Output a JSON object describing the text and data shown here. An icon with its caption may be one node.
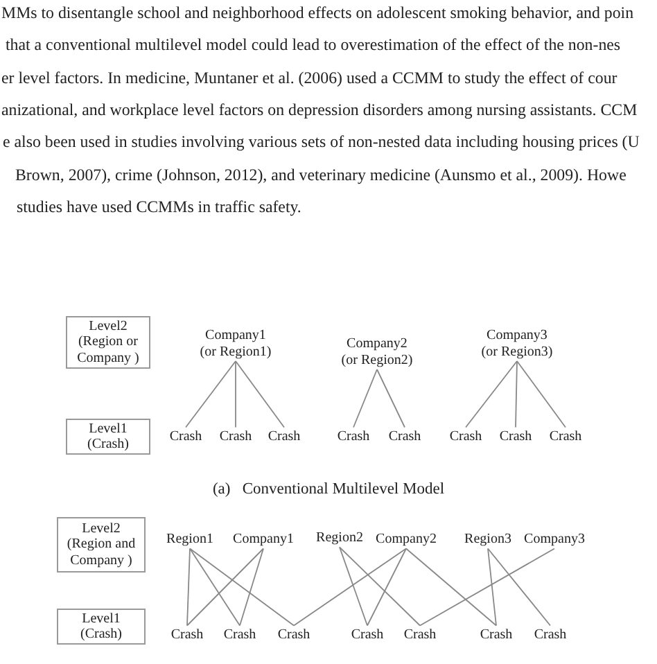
{
  "diagram": {
    "nodes": [
      {
        "text": [
          "Level2 (Region or Company )"
        ]
      },
      {
        "text": [
          "Level1 (Crash)"
        ]
      },
      {
        "text": [
          "Company1 (or Region1)"
        ]
      },
      {
        "text": [
          "Company2 (or Region2)"
        ]
      },
      {
        "text": [
          "Company3 (or Region3)"
        ]
      },
      {
        "text": [
          "Crash"
        ]
      },
      {
        "text": [
          "Crash"
        ]
      },
      {
        "text": [
          "Crash"
        ]
      },
      {
        "text": [
          "Crash"
        ]
      },
      {
        "text": [
          "Crash"
        ]
      },
      {
        "text": [
          "Crash"
        ]
      },
      {
        "text": [
          "Crash"
        ]
      },
      {
        "text": [
          "Crash"
        ]
      },
      {
        "text": [
          "Level2 (Region and Company )"
        ]
      },
      {
        "text": [
          "Level1 (Crash)"
        ]
      },
      {
        "text": [
          "Region1"
        ]
      },
      {
        "text": [
          "Company1"
        ]
      },
      {
        "text": [
          "Region2"
        ]
      },
      {
        "text": [
          "Company2"
        ]
      },
      {
        "text": [
          "Region3"
        ]
      },
      {
        "text": [
          "Company3"
        ]
      },
      {
        "text": [
          "Crash"
        ]
      },
      {
        "text": [
          "Crash"
        ]
      },
      {
        "text": [
          "Crash"
        ]
      },
      {
        "text": [
          "Crash"
        ]
      },
      {
        "text": [
          "Crash"
        ]
      },
      {
        "text": [
          "Crash"
        ]
      },
      {
        "text": [
          "Crash"
        ]
      }
    ],
    "edges": [
      {
        "from": 2,
        "to": 5,
        "arrow": "none"
      },
      {
        "from": 2,
        "to": 6,
        "arrow": "none"
      },
      {
        "from": 2,
        "to": 7,
        "arrow": "none"
      },
      {
        "from": 3,
        "to": 8,
        "arrow": "none"
      },
      {
        "from": 3,
        "to": 9,
        "arrow": "none"
      },
      {
        "from": 4,
        "to": 10,
        "arrow": "none"
      },
      {
        "from": 4,
        "to": 11,
        "arrow": "none"
      },
      {
        "from": 4,
        "to": 12,
        "arrow": "none"
      },
      {
        "from": 15,
        "to": 21,
        "arrow": "none"
      },
      {
        "from": 15,
        "to": 22,
        "arrow": "none"
      },
      {
        "from": 15,
        "to": 23,
        "arrow": "none"
      },
      {
        "from": 16,
        "to": 21,
        "arrow": "none"
      },
      {
        "from": 16,
        "to": 22,
        "arrow": "none"
      },
      {
        "from": 17,
        "to": 24,
        "arrow": "none"
      },
      {
        "from": 17,
        "to": 25,
        "arrow": "none"
      },
      {
        "from": 18,
        "to": 23,
        "arrow": "none"
      },
      {
        "from": 18,
        "to": 24,
        "arrow": "none"
      },
      {
        "from": 18,
        "to": 26,
        "arrow": "none"
      },
      {
        "from": 19,
        "to": 26,
        "arrow": "none"
      },
      {
        "from": 19,
        "to": 27,
        "arrow": "none"
      },
      {
        "from": 20,
        "to": 25,
        "arrow": "none"
      }
    ],
    "labels": [
      "MMs to disentangle school and neighborhood effects on adolescent smoking behavior, and poin",
      "that a conventional multilevel model could lead to overestimation of the effect of the non-nes",
      "er level factors. In medicine, Muntaner et al. (2006) used a CCMM to study the effect of cour",
      "anizational, and workplace level factors on depression disorders among nursing assistants. CCM",
      "e also been used in studies involving various sets of non-nested data including housing prices (U",
      "Brown, 2007), crime (Johnson, 2012), and veterinary medicine (Aunsmo et al., 2009). Howe",
      "studies have used CCMMs in traffic safety.",
      "(a)   Conventional Multilevel Model"
    ]
  }
}
